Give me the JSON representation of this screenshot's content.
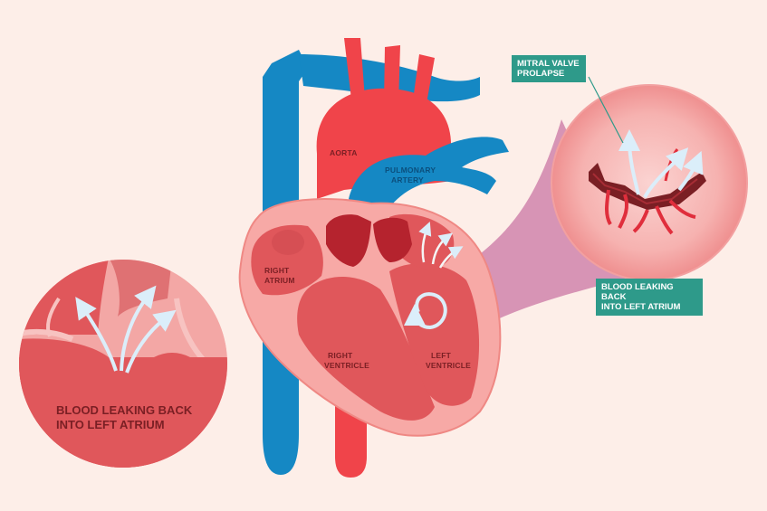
{
  "labels": {
    "aorta": "AORTA",
    "pulmonary_line1": "PULMONARY",
    "pulmonary_line2": "ARTERY",
    "right_atrium_line1": "RIGHT",
    "right_atrium_line2": "ATRIUM",
    "right_ventricle_line1": "RIGHT",
    "right_ventricle_line2": "VENTRICLE",
    "left_ventricle_line1": "LEFT",
    "left_ventricle_line2": "VENTRICLE",
    "left_zoom_line1": "BLOOD LEAKING BACK",
    "left_zoom_line2": "INTO LEFT ATRIUM",
    "mitral_tag": "MITRAL VALVE\nPROLAPSE",
    "leak_tag": "BLOOD LEAKING BACK\nINTO LEFT ATRIUM"
  },
  "colors": {
    "background": "#fdeee8",
    "artery_red": "#f0444a",
    "vein_blue": "#1588c4",
    "heart_outer": "#f7a9a6",
    "heart_inner": "#e0575b",
    "valve_dark": "#b5232e",
    "tag_teal": "#2e9a8a",
    "callout_purple": "#b84a8a"
  }
}
